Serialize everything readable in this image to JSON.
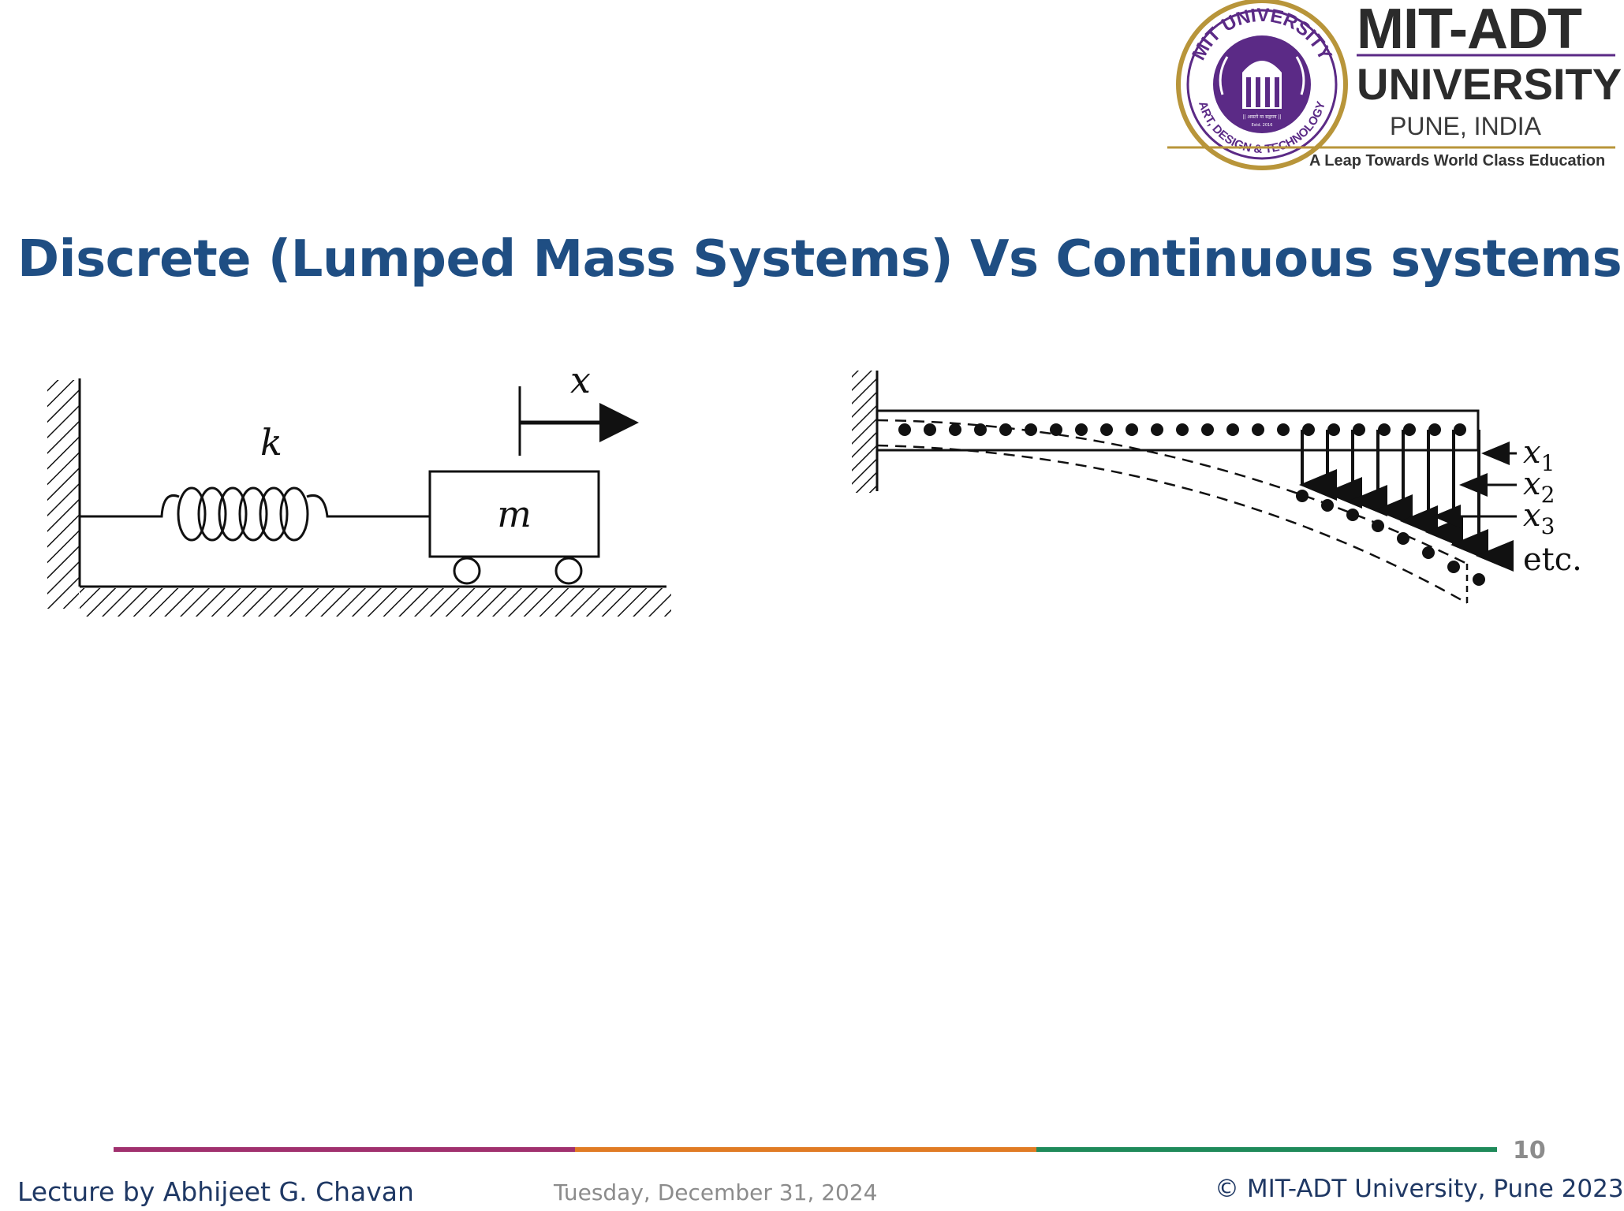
{
  "logo": {
    "emblem_arc_top": "MIT UNIVERSITY",
    "emblem_arc_bottom": "ART, DESIGN & TECHNOLOGY",
    "emblem_motto": "|| असतो मा सद्गमय ||",
    "emblem_estd": "Estd. 2016",
    "title": "MIT-ADT",
    "subtitle": "UNIVERSITY",
    "location": "PUNE, INDIA",
    "tagline": "A Leap Towards World Class Education",
    "colors": {
      "purple": "#5b2a86",
      "gold": "#b8953a",
      "green": "#3a7d3a"
    }
  },
  "slide": {
    "title": "Discrete (Lumped Mass Systems) Vs Continuous systems"
  },
  "discrete_figure": {
    "spring_label": "k",
    "mass_label": "m",
    "displacement_label": "x"
  },
  "continuous_figure": {
    "labels": [
      "x1",
      "x2",
      "x3",
      "etc."
    ],
    "x1_base": "x",
    "x1_sub": "1",
    "x2_base": "x",
    "x2_sub": "2",
    "x3_base": "x",
    "x3_sub": "3",
    "etc": "etc."
  },
  "footer": {
    "page_number": "10",
    "lecturer": "Lecture by Abhijeet G. Chavan",
    "date": "Tuesday, December 31, 2024",
    "copyright": "© MIT-ADT University, Pune 2023",
    "bar_colors": [
      "#a0306e",
      "#e07b24",
      "#1f8a5a"
    ]
  }
}
